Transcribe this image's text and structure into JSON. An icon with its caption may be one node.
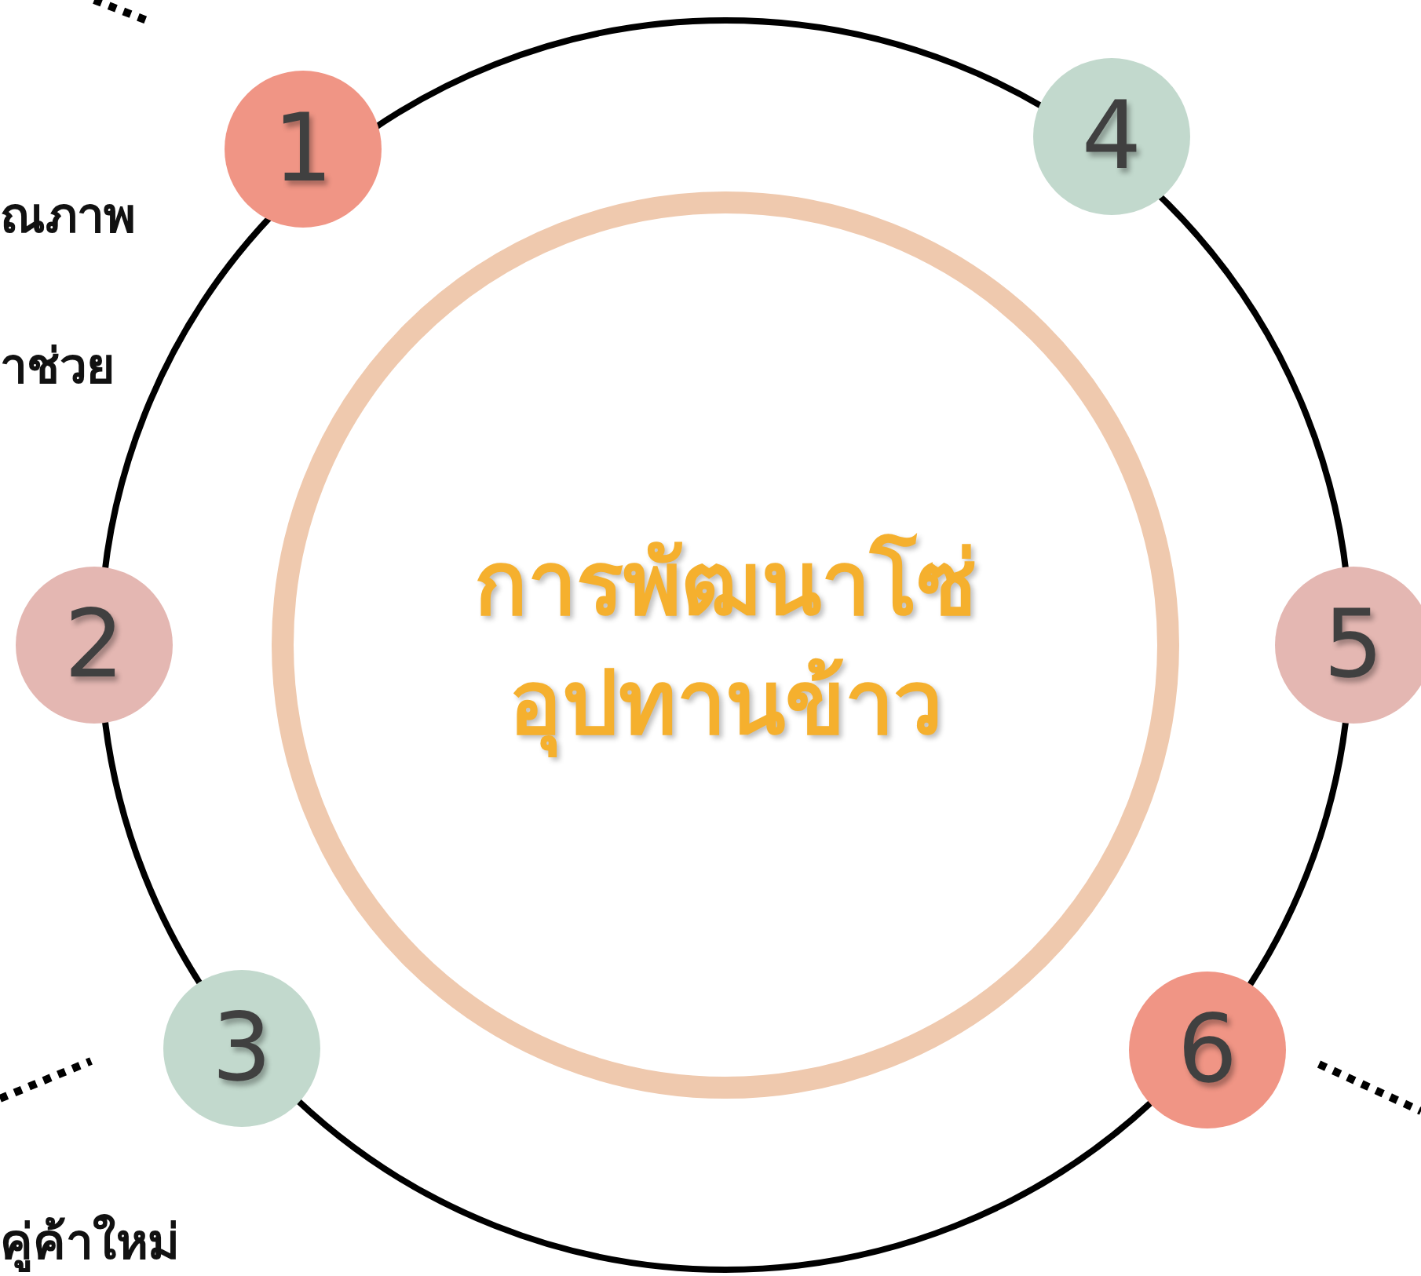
{
  "diagram": {
    "nodes": [
      {
        "text": [
          "การพัฒนาโซ่อุปทานข้าว"
        ]
      },
      {
        "text": [
          "1"
        ]
      },
      {
        "text": [
          "2"
        ]
      },
      {
        "text": [
          "3"
        ]
      },
      {
        "text": [
          "4"
        ]
      },
      {
        "text": [
          "5"
        ]
      },
      {
        "text": [
          "6"
        ]
      }
    ],
    "labels": [
      "ณภาพ",
      "าช่วย",
      "คู่ค้าใหม่"
    ]
  }
}
